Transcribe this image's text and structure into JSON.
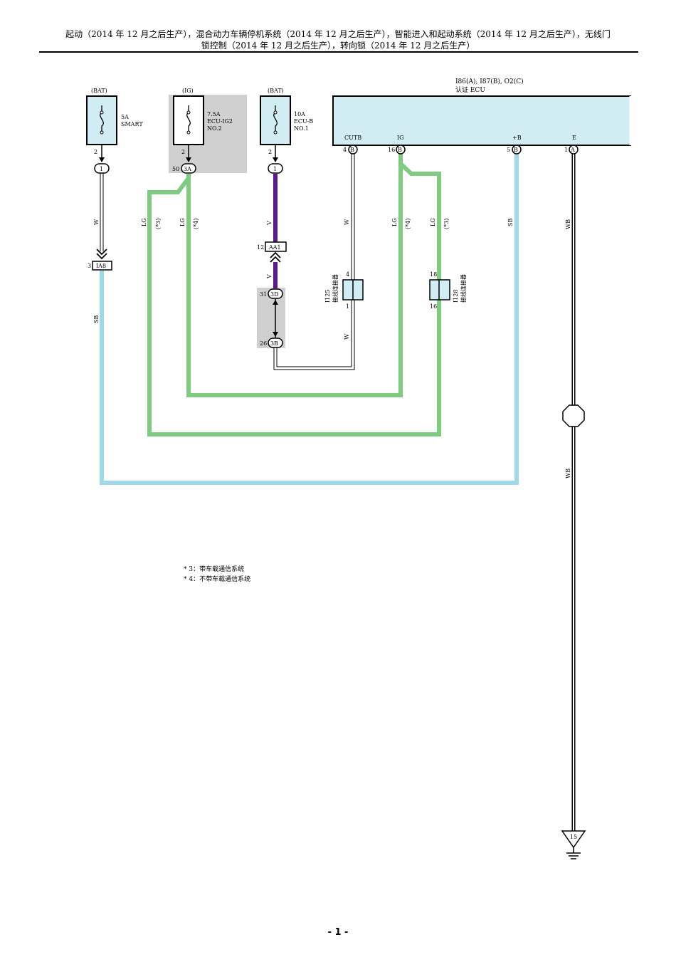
{
  "header": {
    "line1": "起动（2014 年 12 月之后生产），混合动力车辆停机系统（2014 年 12 月之后生产），智能进入和起动系统（2014 年 12 月之后生产），无线门",
    "line2": "锁控制（2014 年 12 月之后生产），转向锁（2014 年 12 月之后生产）"
  },
  "ecu": {
    "connectors": "I86(A), I87(B), O2(C)",
    "name": "认证 ECU",
    "pins": [
      {
        "term": "CUTB",
        "pin": "4",
        "conn": "B"
      },
      {
        "term": "IG",
        "pin": "16",
        "conn": "B"
      },
      {
        "term": "+B",
        "pin": "5",
        "conn": "B"
      },
      {
        "term": "E",
        "pin": "1",
        "conn": "A"
      }
    ]
  },
  "fuses": [
    {
      "source": "(BAT)",
      "rating": "5A",
      "name1": "SMART",
      "name2": "",
      "name3": "",
      "pin": "2",
      "conn": "1",
      "conn_pin": ""
    },
    {
      "source": "(IG)",
      "rating": "7.5A",
      "name1": "ECU-IG2",
      "name2": "NO.2",
      "name3": "",
      "pin": "2",
      "conn": "3A",
      "conn_pin": "50"
    },
    {
      "source": "(BAT)",
      "rating": "10A",
      "name1": "ECU-B",
      "name2": "NO.1",
      "name3": "",
      "pin": "2",
      "conn": "1",
      "conn_pin": ""
    }
  ],
  "inline_connectors": {
    "ia8": {
      "pin": "3",
      "name": "IA8"
    },
    "aa1": {
      "pin": "12",
      "name": "AA1"
    },
    "c3d": {
      "pin": "31",
      "name": "3D"
    },
    "c3b": {
      "pin": "26",
      "name": "3B"
    }
  },
  "junctions": [
    {
      "id": "I125",
      "desc": "接线连接器",
      "pin_top": "4",
      "pin_bottom": "1"
    },
    {
      "id": "I128",
      "desc": "接线连接器",
      "pin_top": "18",
      "pin_bottom": "16"
    }
  ],
  "wire_labels": {
    "w1": "W",
    "lg3": "LG",
    "lg3_note": "(*3)",
    "lg4": "LG",
    "lg4_note": "(*4)",
    "v1": "V",
    "v2": "V",
    "sb1": "SB",
    "w2": "W",
    "w3": "W",
    "lg_r4": "LG",
    "lg_r4_note": "(*4)",
    "lg_r3": "LG",
    "lg_r3_note": "(*3)",
    "sb2": "SB",
    "wb1": "WB",
    "wb2": "WB"
  },
  "ground": {
    "id": "15"
  },
  "notes": [
    "* 3：带车载通信系统",
    "* 4：不带车载通信系统"
  ],
  "page_number": "- 1 -",
  "colors": {
    "LG": "#7fcb7f",
    "V": "#5a1a8c",
    "SB": "#9fd9e8",
    "ecu_fill": "#d2ecf4",
    "highlight": "#d0d0d0"
  }
}
